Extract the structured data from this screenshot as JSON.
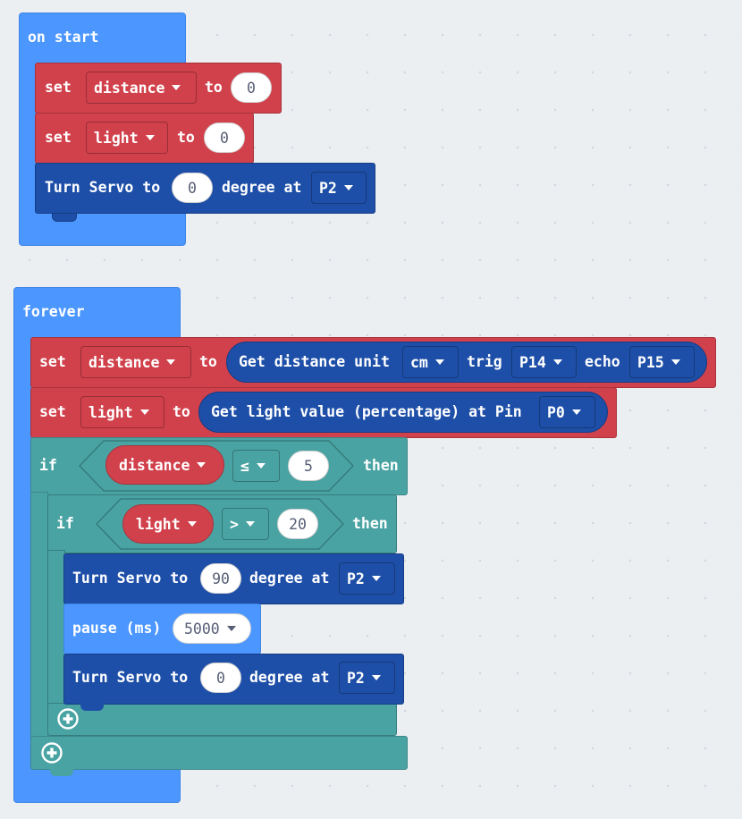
{
  "on_start": {
    "label": "on start",
    "set_distance": {
      "set": "set",
      "var": "distance",
      "to": "to",
      "value": "0"
    },
    "set_light": {
      "set": "set",
      "var": "light",
      "to": "to",
      "value": "0"
    },
    "servo": {
      "turn": "Turn Servo to",
      "value": "0",
      "degree_at": "degree at",
      "pin": "P2"
    }
  },
  "forever": {
    "label": "forever",
    "set_distance": {
      "set": "set",
      "var": "distance",
      "to": "to",
      "sensor": {
        "label": "Get distance unit",
        "unit": "cm",
        "trig": "trig",
        "trig_pin": "P14",
        "echo": "echo",
        "echo_pin": "P15"
      }
    },
    "set_light": {
      "set": "set",
      "var": "light",
      "to": "to",
      "sensor": {
        "label": "Get light value (percentage) at Pin",
        "pin": "P0"
      }
    },
    "if_outer": {
      "if": "if",
      "var": "distance",
      "op": "≤",
      "value": "5",
      "then": "then"
    },
    "if_inner": {
      "if": "if",
      "var": "light",
      "op": ">",
      "value": "20",
      "then": "then"
    },
    "servo_open": {
      "turn": "Turn Servo to",
      "value": "90",
      "degree_at": "degree at",
      "pin": "P2"
    },
    "pause": {
      "label": "pause (ms)",
      "value": "5000"
    },
    "servo_close": {
      "turn": "Turn Servo to",
      "value": "0",
      "degree_at": "degree at",
      "pin": "P2"
    }
  },
  "icons": [
    "add-else-plus-icon",
    "dropdown-caret-icon"
  ]
}
